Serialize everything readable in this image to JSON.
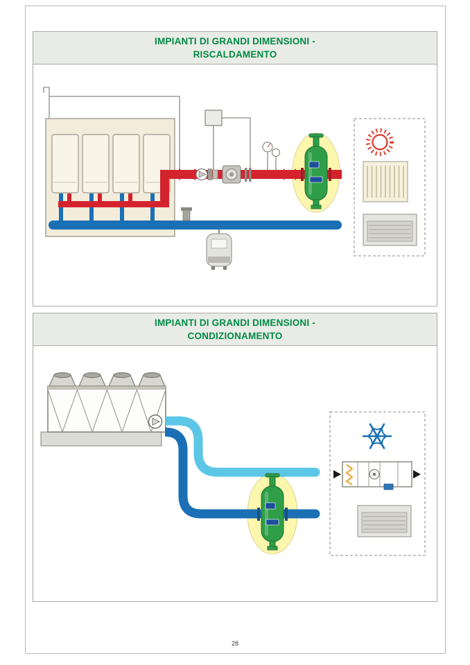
{
  "page": {
    "number": "28"
  },
  "sections": {
    "heating": {
      "title_line1": "IMPIANTI DI GRANDI DIMENSIONI -",
      "title_line2": "RISCALDAMENTO"
    },
    "cooling": {
      "title_line1": "IMPIANTI DI GRANDI DIMENSIONI -",
      "title_line2": "CONDIZIONAMENTO"
    }
  },
  "colors": {
    "title_green": "#008a45",
    "hot_red": "#d5232e",
    "return_blue": "#1a6fb5",
    "chilled_cyan": "#5cc6e6",
    "device_green": "#2f9e48",
    "highlight_yellow": "#fcf7ad",
    "sun_red": "#dc4437",
    "snowflake_blue": "#1a6fb5",
    "boiler_room_beige": "#f3ecdb"
  },
  "diagrams": {
    "heating": {
      "components": [
        "boiler-bank",
        "hot-supply-pipe",
        "cold-return-pipe",
        "check-valve",
        "circulator-pump",
        "pressure-gauges",
        "shutoff-valve",
        "expansion-vessel",
        "air-dirt-separator-highlighted"
      ],
      "emitters": [
        "sun-icon",
        "radiator-icon",
        "fan-coil-icon"
      ]
    },
    "cooling": {
      "components": [
        "chiller-unit",
        "pump",
        "chilled-supply-pipe",
        "chilled-return-pipe",
        "air-dirt-separator-highlighted"
      ],
      "emitters": [
        "snowflake-icon",
        "air-handling-unit-icon",
        "fan-coil-icon"
      ]
    }
  }
}
